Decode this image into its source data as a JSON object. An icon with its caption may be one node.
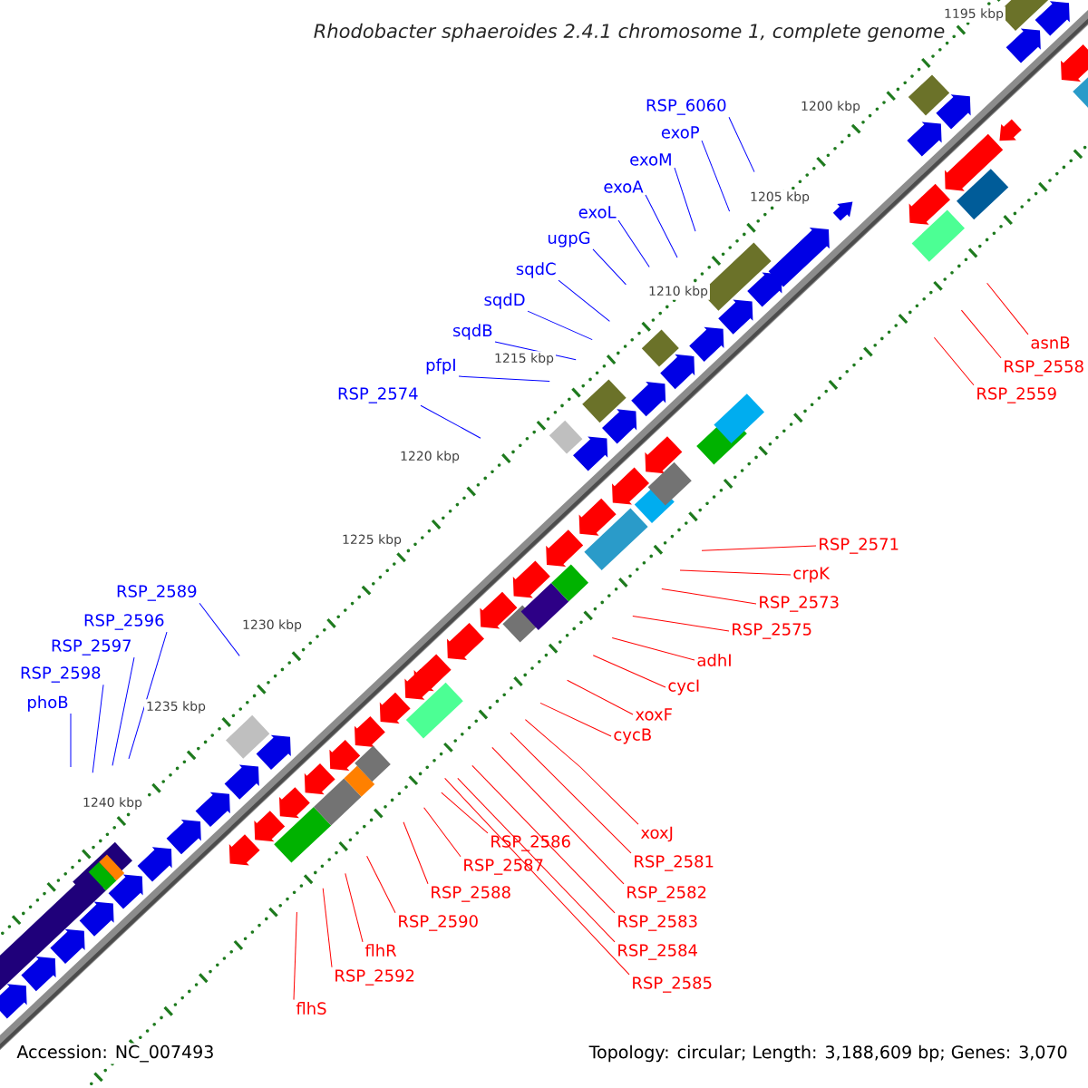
{
  "diagram": {
    "title": "Rhodobacter sphaeroides 2.4.1 chromosome 1, complete genome",
    "nodes": [
      {
        "text": [
          "RSP_6060"
        ]
      },
      {
        "text": [
          "exoP"
        ]
      },
      {
        "text": [
          "exoM"
        ]
      },
      {
        "text": [
          "exoA"
        ]
      },
      {
        "text": [
          "exoL"
        ]
      },
      {
        "text": [
          "ugpG"
        ]
      },
      {
        "text": [
          "sqdC"
        ]
      },
      {
        "text": [
          "sqdD"
        ]
      },
      {
        "text": [
          "sqdB"
        ]
      },
      {
        "text": [
          "pfpI"
        ]
      },
      {
        "text": [
          "RSP_2574"
        ]
      },
      {
        "text": [
          "RSP_2589"
        ]
      },
      {
        "text": [
          "RSP_2596"
        ]
      },
      {
        "text": [
          "RSP_2597"
        ]
      },
      {
        "text": [
          "RSP_2598"
        ]
      },
      {
        "text": [
          "phoB"
        ]
      },
      {
        "text": [
          "asnB"
        ]
      },
      {
        "text": [
          "RSP_2558"
        ]
      },
      {
        "text": [
          "RSP_2559"
        ]
      },
      {
        "text": [
          "RSP_2571"
        ]
      },
      {
        "text": [
          "crpK"
        ]
      },
      {
        "text": [
          "RSP_2573"
        ]
      },
      {
        "text": [
          "RSP_2575"
        ]
      },
      {
        "text": [
          "adhI"
        ]
      },
      {
        "text": [
          "cycI"
        ]
      },
      {
        "text": [
          "xoxF"
        ]
      },
      {
        "text": [
          "cycB"
        ]
      },
      {
        "text": [
          "xoxJ"
        ]
      },
      {
        "text": [
          "RSP_2586"
        ]
      },
      {
        "text": [
          "RSP_2581"
        ]
      },
      {
        "text": [
          "RSP_2587"
        ]
      },
      {
        "text": [
          "RSP_2582"
        ]
      },
      {
        "text": [
          "RSP_2588"
        ]
      },
      {
        "text": [
          "RSP_2583"
        ]
      },
      {
        "text": [
          "RSP_2590"
        ]
      },
      {
        "text": [
          "RSP_2584"
        ]
      },
      {
        "text": [
          "flhR"
        ]
      },
      {
        "text": [
          "RSP_2592"
        ]
      },
      {
        "text": [
          "RSP_2585"
        ]
      },
      {
        "text": [
          "flhS"
        ]
      }
    ],
    "edges": [
      {
        "from": 0,
        "to": null,
        "arrow": "none",
        "color": "#0000ff"
      },
      {
        "from": 1,
        "to": null,
        "arrow": "none",
        "color": "#0000ff"
      },
      {
        "from": 2,
        "to": null,
        "arrow": "none",
        "color": "#0000ff"
      },
      {
        "from": 3,
        "to": null,
        "arrow": "none",
        "color": "#0000ff"
      },
      {
        "from": 4,
        "to": null,
        "arrow": "none",
        "color": "#0000ff"
      },
      {
        "from": 5,
        "to": null,
        "arrow": "none",
        "color": "#0000ff"
      },
      {
        "from": 6,
        "to": null,
        "arrow": "none",
        "color": "#0000ff"
      },
      {
        "from": 7,
        "to": null,
        "arrow": "none",
        "color": "#0000ff"
      },
      {
        "from": 8,
        "to": null,
        "arrow": "none",
        "color": "#0000ff"
      },
      {
        "from": 9,
        "to": null,
        "arrow": "none",
        "color": "#0000ff"
      },
      {
        "from": 10,
        "to": null,
        "arrow": "none",
        "color": "#0000ff"
      },
      {
        "from": 11,
        "to": null,
        "arrow": "none",
        "color": "#0000ff"
      },
      {
        "from": 12,
        "to": null,
        "arrow": "none",
        "color": "#0000ff"
      },
      {
        "from": 13,
        "to": null,
        "arrow": "none",
        "color": "#0000ff"
      },
      {
        "from": 14,
        "to": null,
        "arrow": "none",
        "color": "#0000ff"
      },
      {
        "from": 15,
        "to": null,
        "arrow": "none",
        "color": "#0000ff"
      },
      {
        "from": 16,
        "to": null,
        "arrow": "none"
      },
      {
        "from": 17,
        "to": null,
        "arrow": "none"
      },
      {
        "from": 18,
        "to": null,
        "arrow": "none"
      },
      {
        "from": 19,
        "to": null,
        "arrow": "none"
      },
      {
        "from": 20,
        "to": null,
        "arrow": "none"
      },
      {
        "from": 21,
        "to": null,
        "arrow": "none"
      },
      {
        "from": 22,
        "to": null,
        "arrow": "none"
      },
      {
        "from": 23,
        "to": null,
        "arrow": "none"
      },
      {
        "from": 24,
        "to": null,
        "arrow": "none"
      },
      {
        "from": 25,
        "to": null,
        "arrow": "none"
      },
      {
        "from": 26,
        "to": null,
        "arrow": "none"
      },
      {
        "from": 27,
        "to": null,
        "arrow": "none"
      },
      {
        "from": 28,
        "to": null,
        "arrow": "none"
      },
      {
        "from": 29,
        "to": null,
        "arrow": "none"
      },
      {
        "from": 30,
        "to": null,
        "arrow": "none"
      },
      {
        "from": 31,
        "to": null,
        "arrow": "none"
      },
      {
        "from": 32,
        "to": null,
        "arrow": "none"
      },
      {
        "from": 33,
        "to": null,
        "arrow": "none"
      },
      {
        "from": 34,
        "to": null,
        "arrow": "none"
      },
      {
        "from": 35,
        "to": null,
        "arrow": "none"
      },
      {
        "from": 36,
        "to": null,
        "arrow": "none"
      },
      {
        "from": 37,
        "to": null,
        "arrow": "none"
      },
      {
        "from": 38,
        "to": null,
        "arrow": "none"
      },
      {
        "from": 39,
        "to": null,
        "arrow": "none"
      }
    ],
    "labels": [
      "1195 kbp",
      "1200 kbp",
      "1205 kbp",
      "1210 kbp",
      "1215 kbp",
      "1220 kbp",
      "1225 kbp",
      "1230 kbp",
      "1235 kbp",
      "1240 kbp",
      "Accession: NC_007493",
      "Topology: circular; Length: 3,188,609 bp; Genes: 3,070"
    ]
  }
}
